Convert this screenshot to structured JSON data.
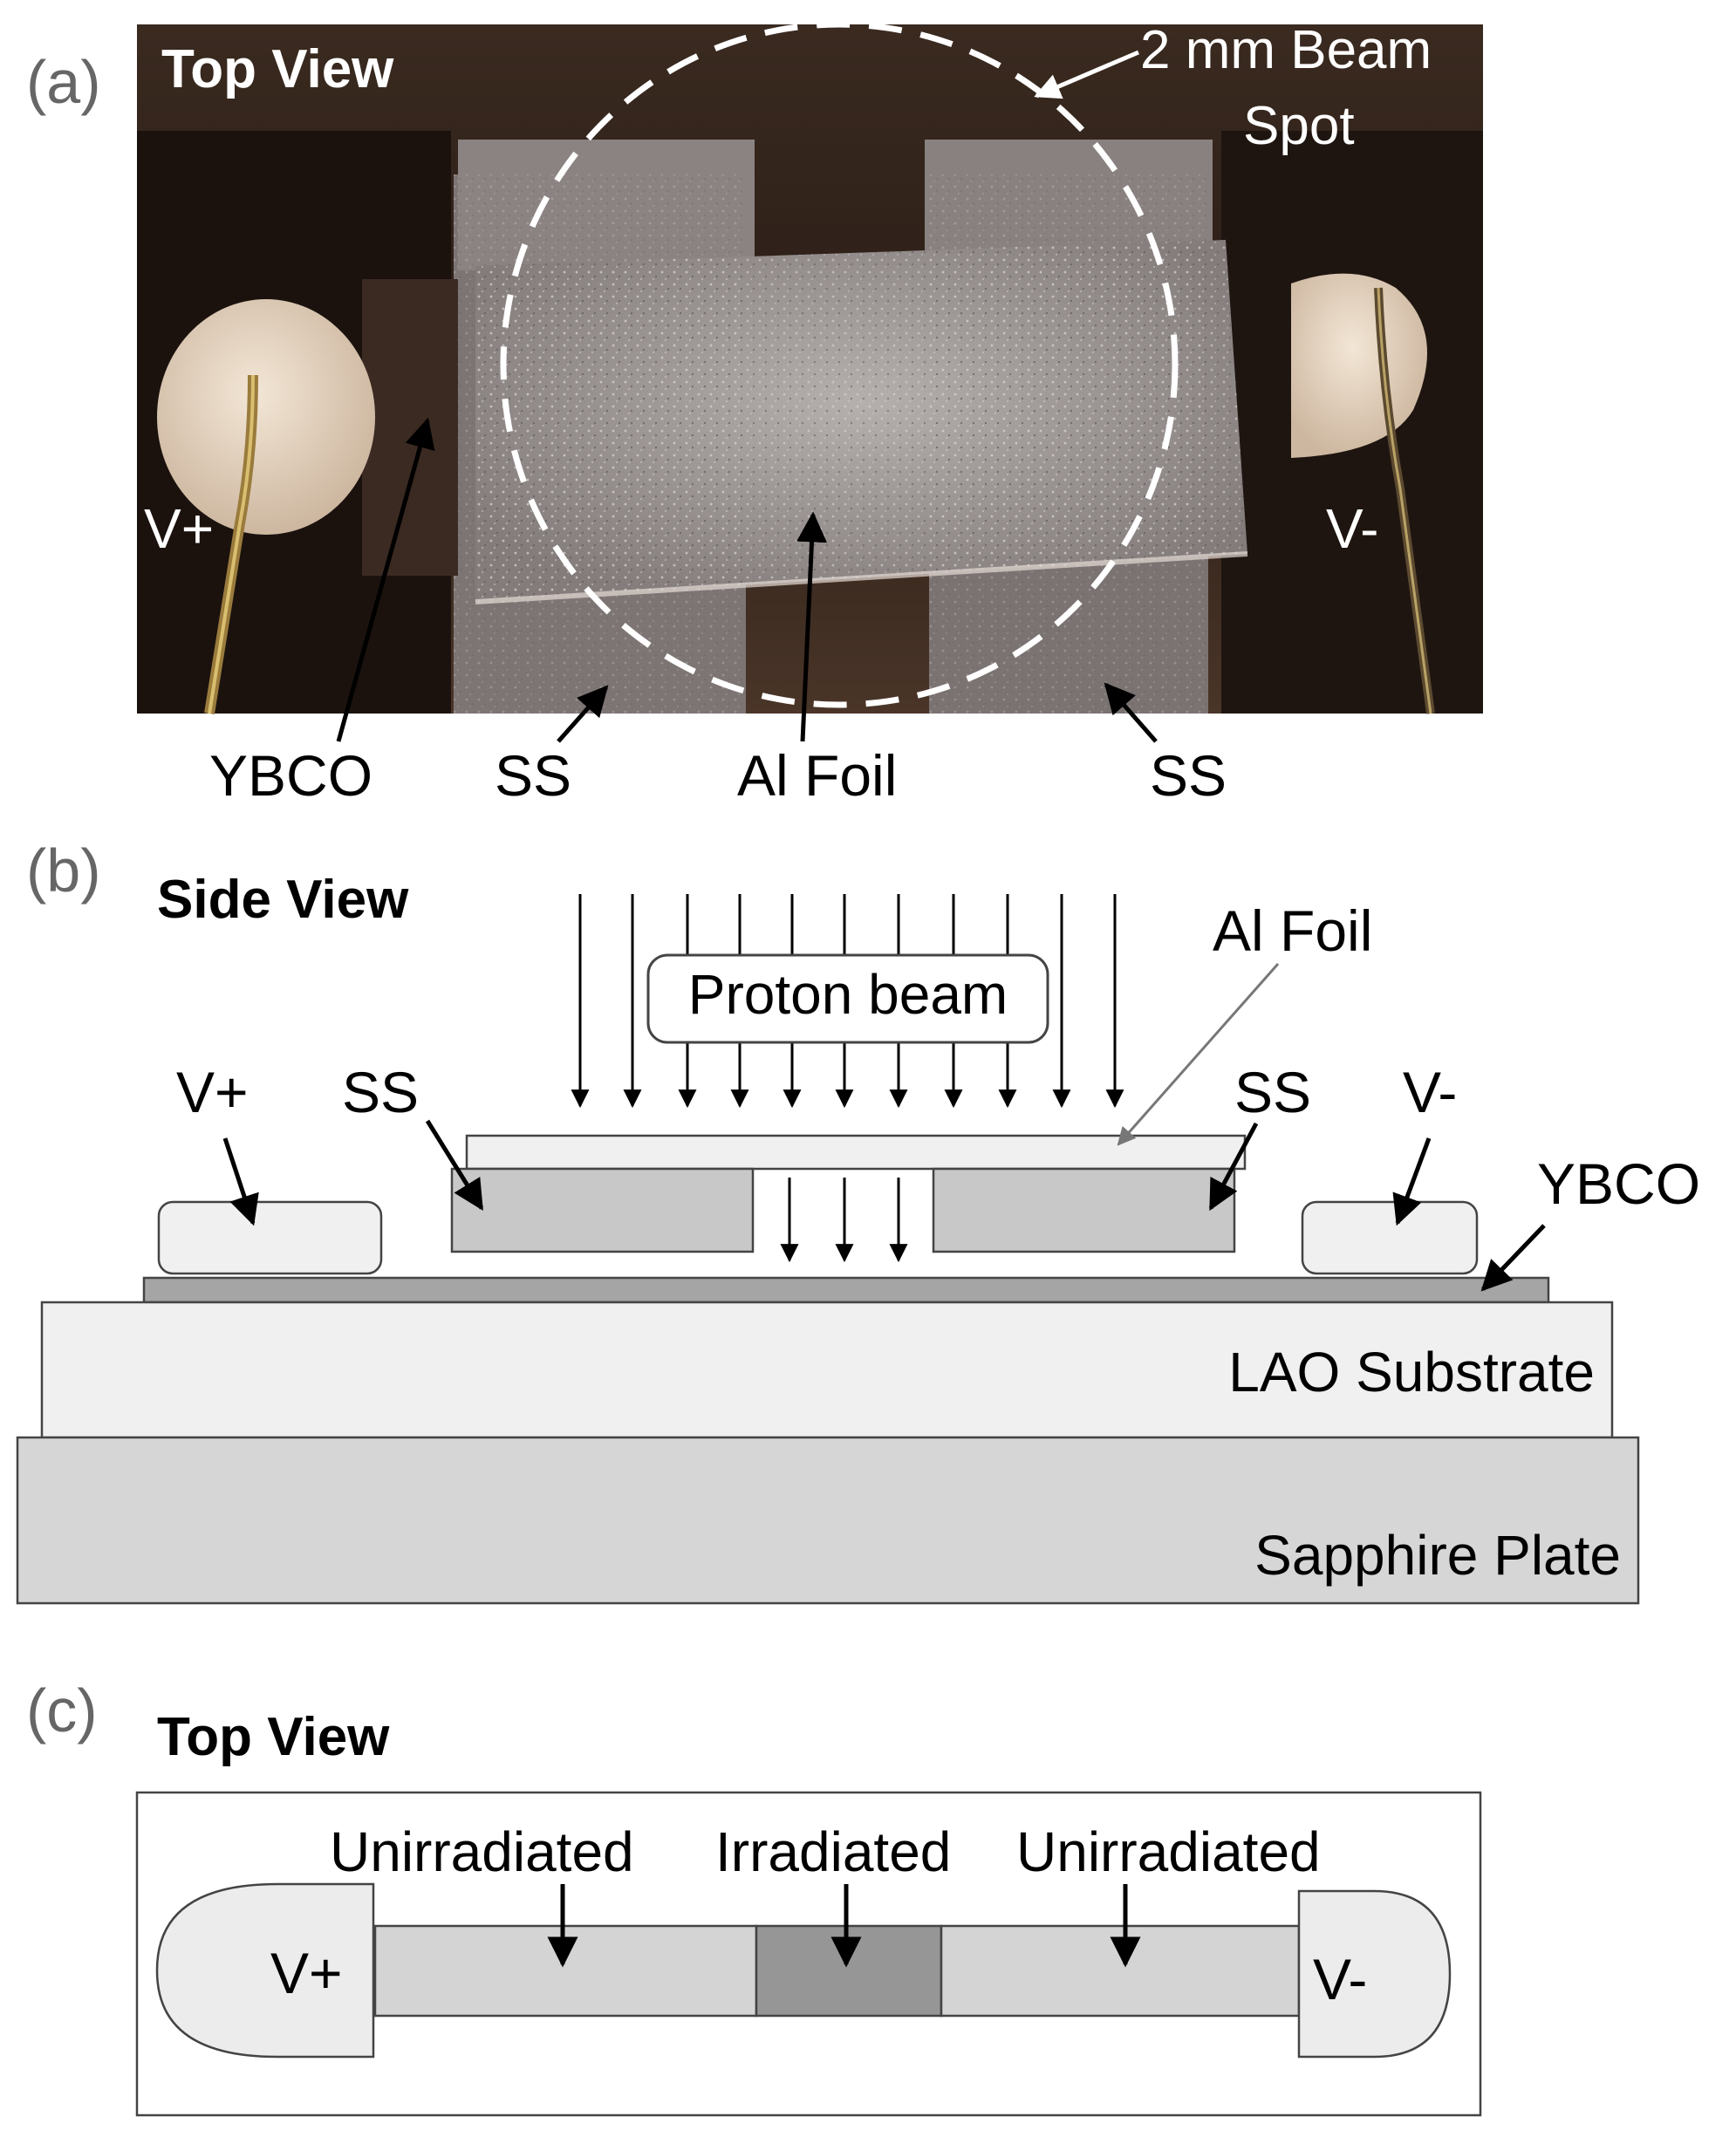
{
  "panel_a": {
    "tag": "(a)",
    "title": "Top View",
    "beam_spot_line1": "2 mm Beam",
    "beam_spot_line2": "Spot",
    "v_plus": "V+",
    "v_minus": "V-",
    "label_ybco": "YBCO",
    "label_ss_left": "SS",
    "label_al_foil": "Al Foil",
    "label_ss_right": "SS"
  },
  "panel_b": {
    "tag": "(b)",
    "title": "Side View",
    "proton_beam": "Proton beam",
    "al_foil": "Al Foil",
    "v_plus": "V+",
    "ss_left": "SS",
    "ss_right": "SS",
    "v_minus": "V-",
    "ybco": "YBCO",
    "lao_substrate": "LAO Substrate",
    "sapphire_plate": "Sapphire Plate"
  },
  "panel_c": {
    "tag": "(c)",
    "title": "Top View",
    "unirradiated_left": "Unirradiated",
    "irradiated": "Irradiated",
    "unirradiated_right": "Unirradiated",
    "v_plus": "V+",
    "v_minus": "V-"
  },
  "colors": {
    "photo_background": "#2a1d16",
    "foil_gray": "#9a9595",
    "light_box": "#f0f0f0",
    "mid_gray": "#c8c8c8",
    "dark_gray": "#969696"
  }
}
